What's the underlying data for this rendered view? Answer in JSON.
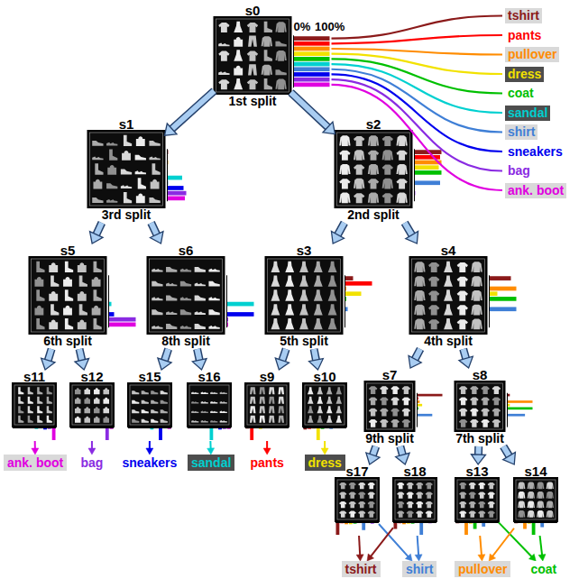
{
  "diagram": {
    "nodes": [
      {
        "text": [
          "s0",
          "1st split"
        ]
      },
      {
        "text": [
          "s1",
          "3rd split"
        ]
      },
      {
        "text": [
          "s2",
          "2nd split"
        ]
      },
      {
        "text": [
          "s5",
          "6th split"
        ]
      },
      {
        "text": [
          "s6",
          "8th split"
        ]
      },
      {
        "text": [
          "s3",
          "5th split"
        ]
      },
      {
        "text": [
          "s4",
          "4th split"
        ]
      },
      {
        "text": [
          "s11"
        ]
      },
      {
        "text": [
          "s12"
        ]
      },
      {
        "text": [
          "s15"
        ]
      },
      {
        "text": [
          "s16"
        ]
      },
      {
        "text": [
          "s9"
        ]
      },
      {
        "text": [
          "s10"
        ]
      },
      {
        "text": [
          "s7",
          "9th split"
        ]
      },
      {
        "text": [
          "s8",
          "7th split"
        ]
      },
      {
        "text": [
          "ank. boot"
        ]
      },
      {
        "text": [
          "bag"
        ]
      },
      {
        "text": [
          "sneakers"
        ]
      },
      {
        "text": [
          "sandal"
        ]
      },
      {
        "text": [
          "pants"
        ]
      },
      {
        "text": [
          "dress"
        ]
      },
      {
        "text": [
          "s17"
        ]
      },
      {
        "text": [
          "s18"
        ]
      },
      {
        "text": [
          "s13"
        ]
      },
      {
        "text": [
          "s14"
        ]
      },
      {
        "text": [
          "tshirt"
        ]
      },
      {
        "text": [
          "shirt"
        ]
      },
      {
        "text": [
          "pullover"
        ]
      },
      {
        "text": [
          "coat"
        ]
      }
    ],
    "edges": [
      {
        "from": 0,
        "to": 1,
        "arrow": "to"
      },
      {
        "from": 0,
        "to": 2,
        "arrow": "to"
      },
      {
        "from": 1,
        "to": 3,
        "arrow": "to"
      },
      {
        "from": 1,
        "to": 4,
        "arrow": "to"
      },
      {
        "from": 2,
        "to": 5,
        "arrow": "to"
      },
      {
        "from": 2,
        "to": 6,
        "arrow": "to"
      },
      {
        "from": 3,
        "to": 7,
        "arrow": "to"
      },
      {
        "from": 3,
        "to": 8,
        "arrow": "to"
      },
      {
        "from": 4,
        "to": 9,
        "arrow": "to"
      },
      {
        "from": 4,
        "to": 10,
        "arrow": "to"
      },
      {
        "from": 5,
        "to": 11,
        "arrow": "to"
      },
      {
        "from": 5,
        "to": 12,
        "arrow": "to"
      },
      {
        "from": 6,
        "to": 13,
        "arrow": "to"
      },
      {
        "from": 6,
        "to": 14,
        "arrow": "to"
      },
      {
        "from": 13,
        "to": 21,
        "arrow": "to"
      },
      {
        "from": 13,
        "to": 22,
        "arrow": "to"
      },
      {
        "from": 14,
        "to": 23,
        "arrow": "to"
      },
      {
        "from": 14,
        "to": 24,
        "arrow": "to"
      },
      {
        "from": 7,
        "to": 15,
        "arrow": "to"
      },
      {
        "from": 8,
        "to": 16,
        "arrow": "to"
      },
      {
        "from": 9,
        "to": 17,
        "arrow": "to"
      },
      {
        "from": 10,
        "to": 18,
        "arrow": "to"
      },
      {
        "from": 11,
        "to": 19,
        "arrow": "to"
      },
      {
        "from": 12,
        "to": 20,
        "arrow": "to"
      },
      {
        "from": 21,
        "to": 25,
        "arrow": "to"
      },
      {
        "from": 21,
        "to": 26,
        "arrow": "to"
      },
      {
        "from": 22,
        "to": 25,
        "arrow": "to"
      },
      {
        "from": 22,
        "to": 26,
        "arrow": "to"
      },
      {
        "from": 23,
        "to": 27,
        "arrow": "to"
      },
      {
        "from": 23,
        "to": 28,
        "arrow": "to"
      },
      {
        "from": 24,
        "to": 27,
        "arrow": "to"
      },
      {
        "from": 24,
        "to": 28,
        "arrow": "to"
      }
    ],
    "labels": [
      "0%",
      "100%"
    ],
    "legend": [
      {
        "text": "tshirt",
        "color": "#8b1a1a"
      },
      {
        "text": "pants",
        "color": "#ff0000"
      },
      {
        "text": "pullover",
        "color": "#ff8c00"
      },
      {
        "text": "dress",
        "color": "#f2e200"
      },
      {
        "text": "coat",
        "color": "#00c000"
      },
      {
        "text": "sandal",
        "color": "#00d0d0"
      },
      {
        "text": "shirt",
        "color": "#3f7fd6"
      },
      {
        "text": "sneakers",
        "color": "#0000ee"
      },
      {
        "text": "bag",
        "color": "#8a2be2"
      },
      {
        "text": "ank. boot",
        "color": "#e000e0"
      }
    ]
  }
}
